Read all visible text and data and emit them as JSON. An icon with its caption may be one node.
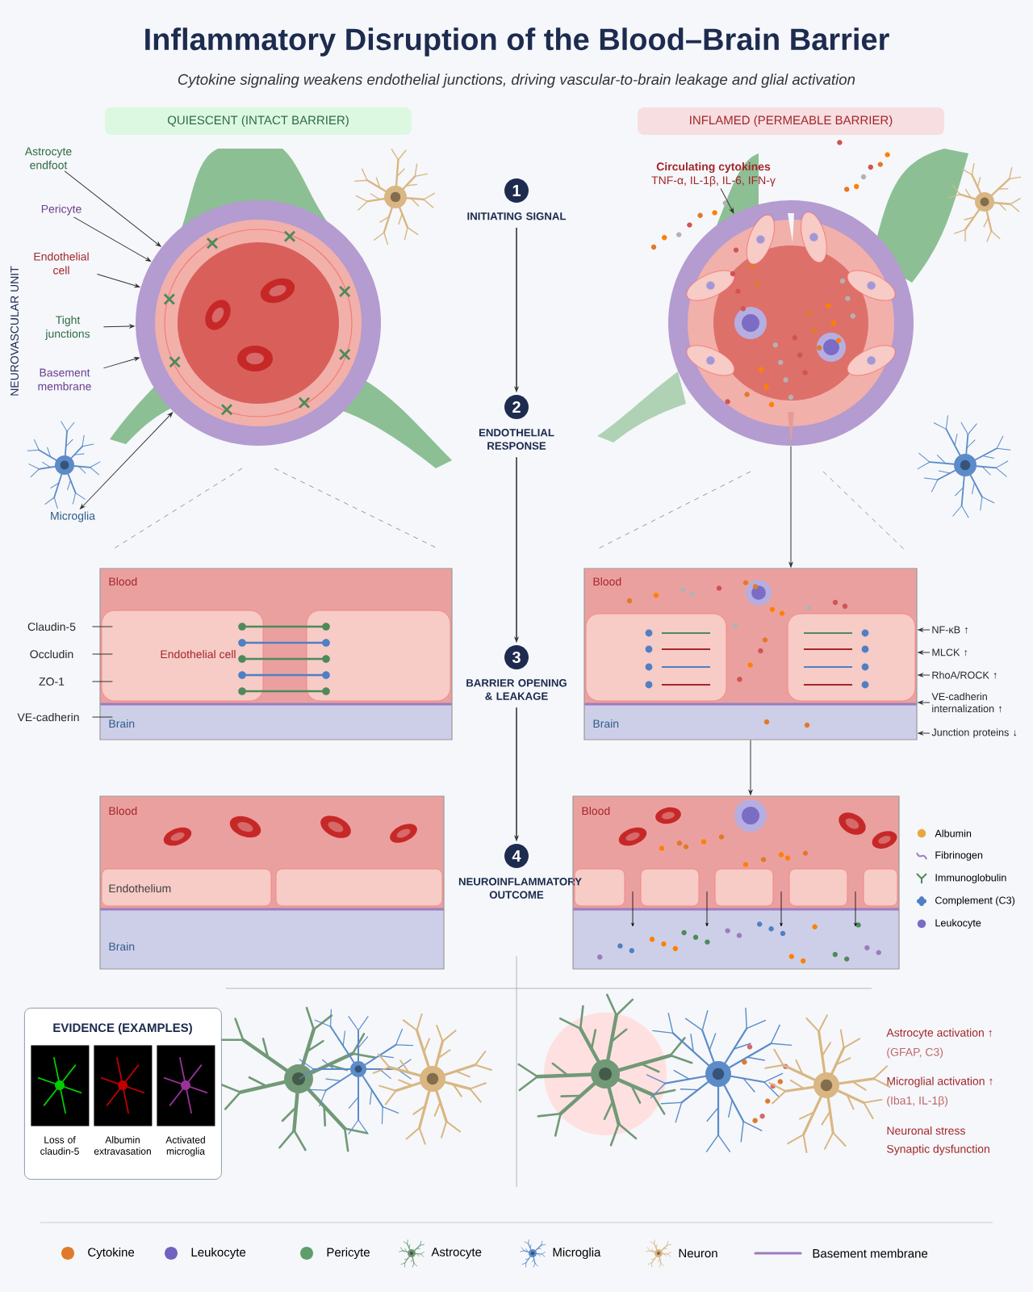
{
  "diagram": {
    "title": "Inflammatory Disruption of the Blood–Brain Barrier",
    "caption": "Cytokine signaling weakens endothelial junctions, driving vascular-to-brain leakage and glial activation",
    "nodes": [
      {
        "text": [
          "QUIESCENT (INTACT BARRIER)"
        ]
      },
      {
        "text": [
          "INFLAMED (PERMEABLE BARRIER)"
        ]
      },
      {
        "text": [
          "1",
          "INITIATING SIGNAL"
        ]
      },
      {
        "text": [
          "2",
          "ENDOTHELIAL RESPONSE"
        ]
      },
      {
        "text": [
          "3",
          "BARRIER OPENING & LEAKAGE"
        ]
      },
      {
        "text": [
          "4",
          "NEUROINFLAMMATORY OUTCOME"
        ]
      },
      {
        "text": [],
        "shape": "picture"
      },
      {
        "text": [
          "Astrocyte endfoot"
        ]
      },
      {
        "text": [
          "Pericyte"
        ]
      },
      {
        "text": [
          "Endothelial cell"
        ]
      },
      {
        "text": [
          "Tight junctions"
        ]
      },
      {
        "text": [
          "Basement membrane"
        ]
      },
      {
        "text": [
          "Microglia"
        ]
      },
      {
        "text": [],
        "shape": "picture"
      },
      {
        "text": [
          "Circulating cytokines",
          "TNF-α, IL-1β, IL-6, IFN-γ"
        ]
      },
      {
        "text": [
          "Blood",
          "Endothelial cell",
          "Brain"
        ]
      },
      {
        "text": [
          "Claudin-5"
        ]
      },
      {
        "text": [
          "Occludin"
        ]
      },
      {
        "text": [
          "ZO-1"
        ]
      },
      {
        "text": [
          "VE-cadherin"
        ]
      },
      {
        "text": [
          "Blood",
          "Brain"
        ]
      },
      {
        "text": [
          "NF-κB ↑"
        ]
      },
      {
        "text": [
          "MLCK ↑"
        ]
      },
      {
        "text": [
          "RhoA/ROCK ↑"
        ]
      },
      {
        "text": [
          "VE-cadherin internalization ↑"
        ]
      },
      {
        "text": [
          "Junction proteins ↓"
        ]
      },
      {
        "text": [
          "Blood",
          "Endothelium",
          "Brain"
        ]
      },
      {
        "text": [
          "Blood"
        ]
      },
      {
        "text": [
          "EVIDENCE (EXAMPLES)"
        ]
      },
      {
        "text": [],
        "shape": "picture",
        "in": 28,
        "beside": [
          "Loss of claudin-5"
        ]
      },
      {
        "text": [],
        "shape": "picture",
        "in": 28,
        "beside": [
          "Albumin extravasation"
        ]
      },
      {
        "text": [],
        "shape": "picture",
        "in": 28,
        "beside": [
          "Activated microglia"
        ]
      }
    ],
    "edges": [
      {
        "from": 2,
        "to": 3,
        "arrow": "to"
      },
      {
        "from": 3,
        "to": 4,
        "arrow": "to"
      },
      {
        "from": 4,
        "to": 5,
        "arrow": "to"
      },
      {
        "from": 7,
        "to": 6,
        "arrow": "to"
      },
      {
        "from": 8,
        "to": 6,
        "arrow": "to"
      },
      {
        "from": 9,
        "to": 6,
        "arrow": "to"
      },
      {
        "from": 10,
        "to": 6,
        "arrow": "to"
      },
      {
        "from": 11,
        "to": 6,
        "arrow": "to"
      },
      {
        "from": 12,
        "to": 6,
        "arrow": "both"
      },
      {
        "from": 14,
        "to": 13,
        "arrow": "to"
      },
      {
        "from": 13,
        "to": 20,
        "arrow": "to"
      },
      {
        "from": 16,
        "to": 15,
        "arrow": "none"
      },
      {
        "from": 17,
        "to": 15,
        "arrow": "none"
      },
      {
        "from": 18,
        "to": 15,
        "arrow": "none"
      },
      {
        "from": 19,
        "to": 15,
        "arrow": "none"
      },
      {
        "from": 21,
        "to": 20,
        "arrow": "to"
      },
      {
        "from": 22,
        "to": 20,
        "arrow": "to"
      },
      {
        "from": 23,
        "to": 20,
        "arrow": "to"
      },
      {
        "from": 24,
        "to": 20,
        "arrow": "to"
      },
      {
        "from": 25,
        "to": 20,
        "arrow": "to"
      },
      {
        "from": 20,
        "to": 27,
        "arrow": "to"
      }
    ],
    "labels": [
      "NEUROVASCULAR UNIT",
      "Astrocyte activation ↑",
      "(GFAP, C3)",
      "Microglial activation ↑",
      "(Iba1, IL-1β)",
      "Neuronal stress",
      "Synaptic dysfunction"
    ],
    "legend": [
      {
        "text": "Albumin",
        "color": "#e8a83a"
      },
      {
        "text": "Fibrinogen"
      },
      {
        "text": "Immunoglobulin"
      },
      {
        "text": "Complement (C3)"
      },
      {
        "text": "Leukocyte",
        "color": "#7b6cc6"
      },
      {
        "text": "Cytokine",
        "color": "#e07a2a"
      },
      {
        "text": "Leukocyte",
        "color": "#6f63c0"
      },
      {
        "text": "Pericyte",
        "color": "#5f9e6a"
      },
      {
        "text": "Astrocyte"
      },
      {
        "text": "Microglia"
      },
      {
        "text": "Neuron"
      },
      {
        "text": "Basement membrane"
      }
    ]
  }
}
